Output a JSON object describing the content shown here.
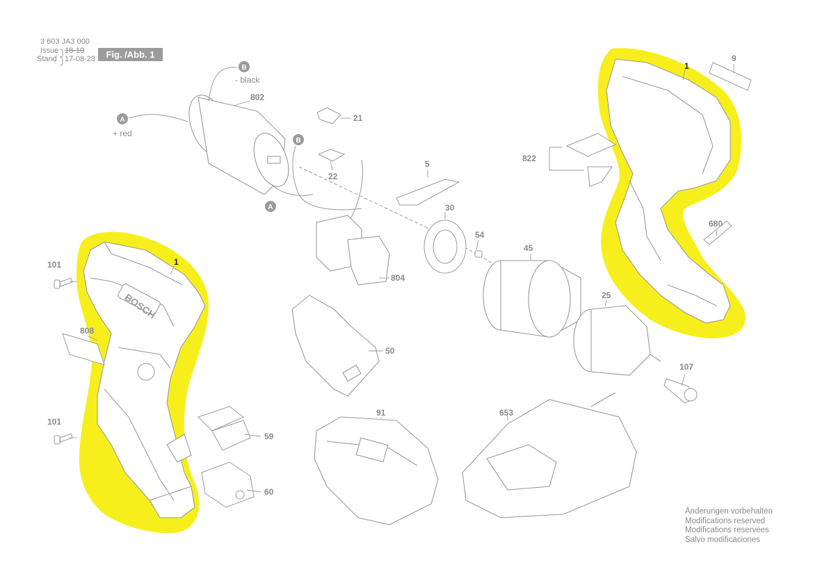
{
  "header": {
    "part_code": "3 603 JA3 000",
    "issue_label": "Issue",
    "issue_value": "18-10",
    "stand_label": "Stand",
    "stand_value": "17-08-23",
    "figure_label": "Fig. /Abb. 1"
  },
  "wiring": {
    "b_black_letter": "B",
    "b_black_note": "- black",
    "a_red_letter": "A",
    "a_red_note": "+ red",
    "b_letter": "B",
    "a_letter": "A"
  },
  "parts": {
    "p802": "802",
    "p21": "21",
    "p22": "22",
    "p5": "5",
    "p30": "30",
    "p54": "54",
    "p45": "45",
    "p804": "804",
    "p50": "50",
    "p25": "25",
    "p107": "107",
    "p91": "91",
    "p653": "653",
    "p1_left": "1",
    "p1_right": "1",
    "p9": "9",
    "p822": "822",
    "p680": "680",
    "p101_top": "101",
    "p101_bottom": "101",
    "p808": "808",
    "p59": "59",
    "p60": "60"
  },
  "housing_branding": {
    "brand": "BOSCH"
  },
  "highlight": {
    "color": "#f7ef1c",
    "outline": "#b8b8b8",
    "stroke": "#9a9a9a"
  },
  "modifications": [
    "Änderungen vorbehalten",
    "Modifications reserved",
    "Modifications reservées",
    "Salvo modificaciones"
  ]
}
